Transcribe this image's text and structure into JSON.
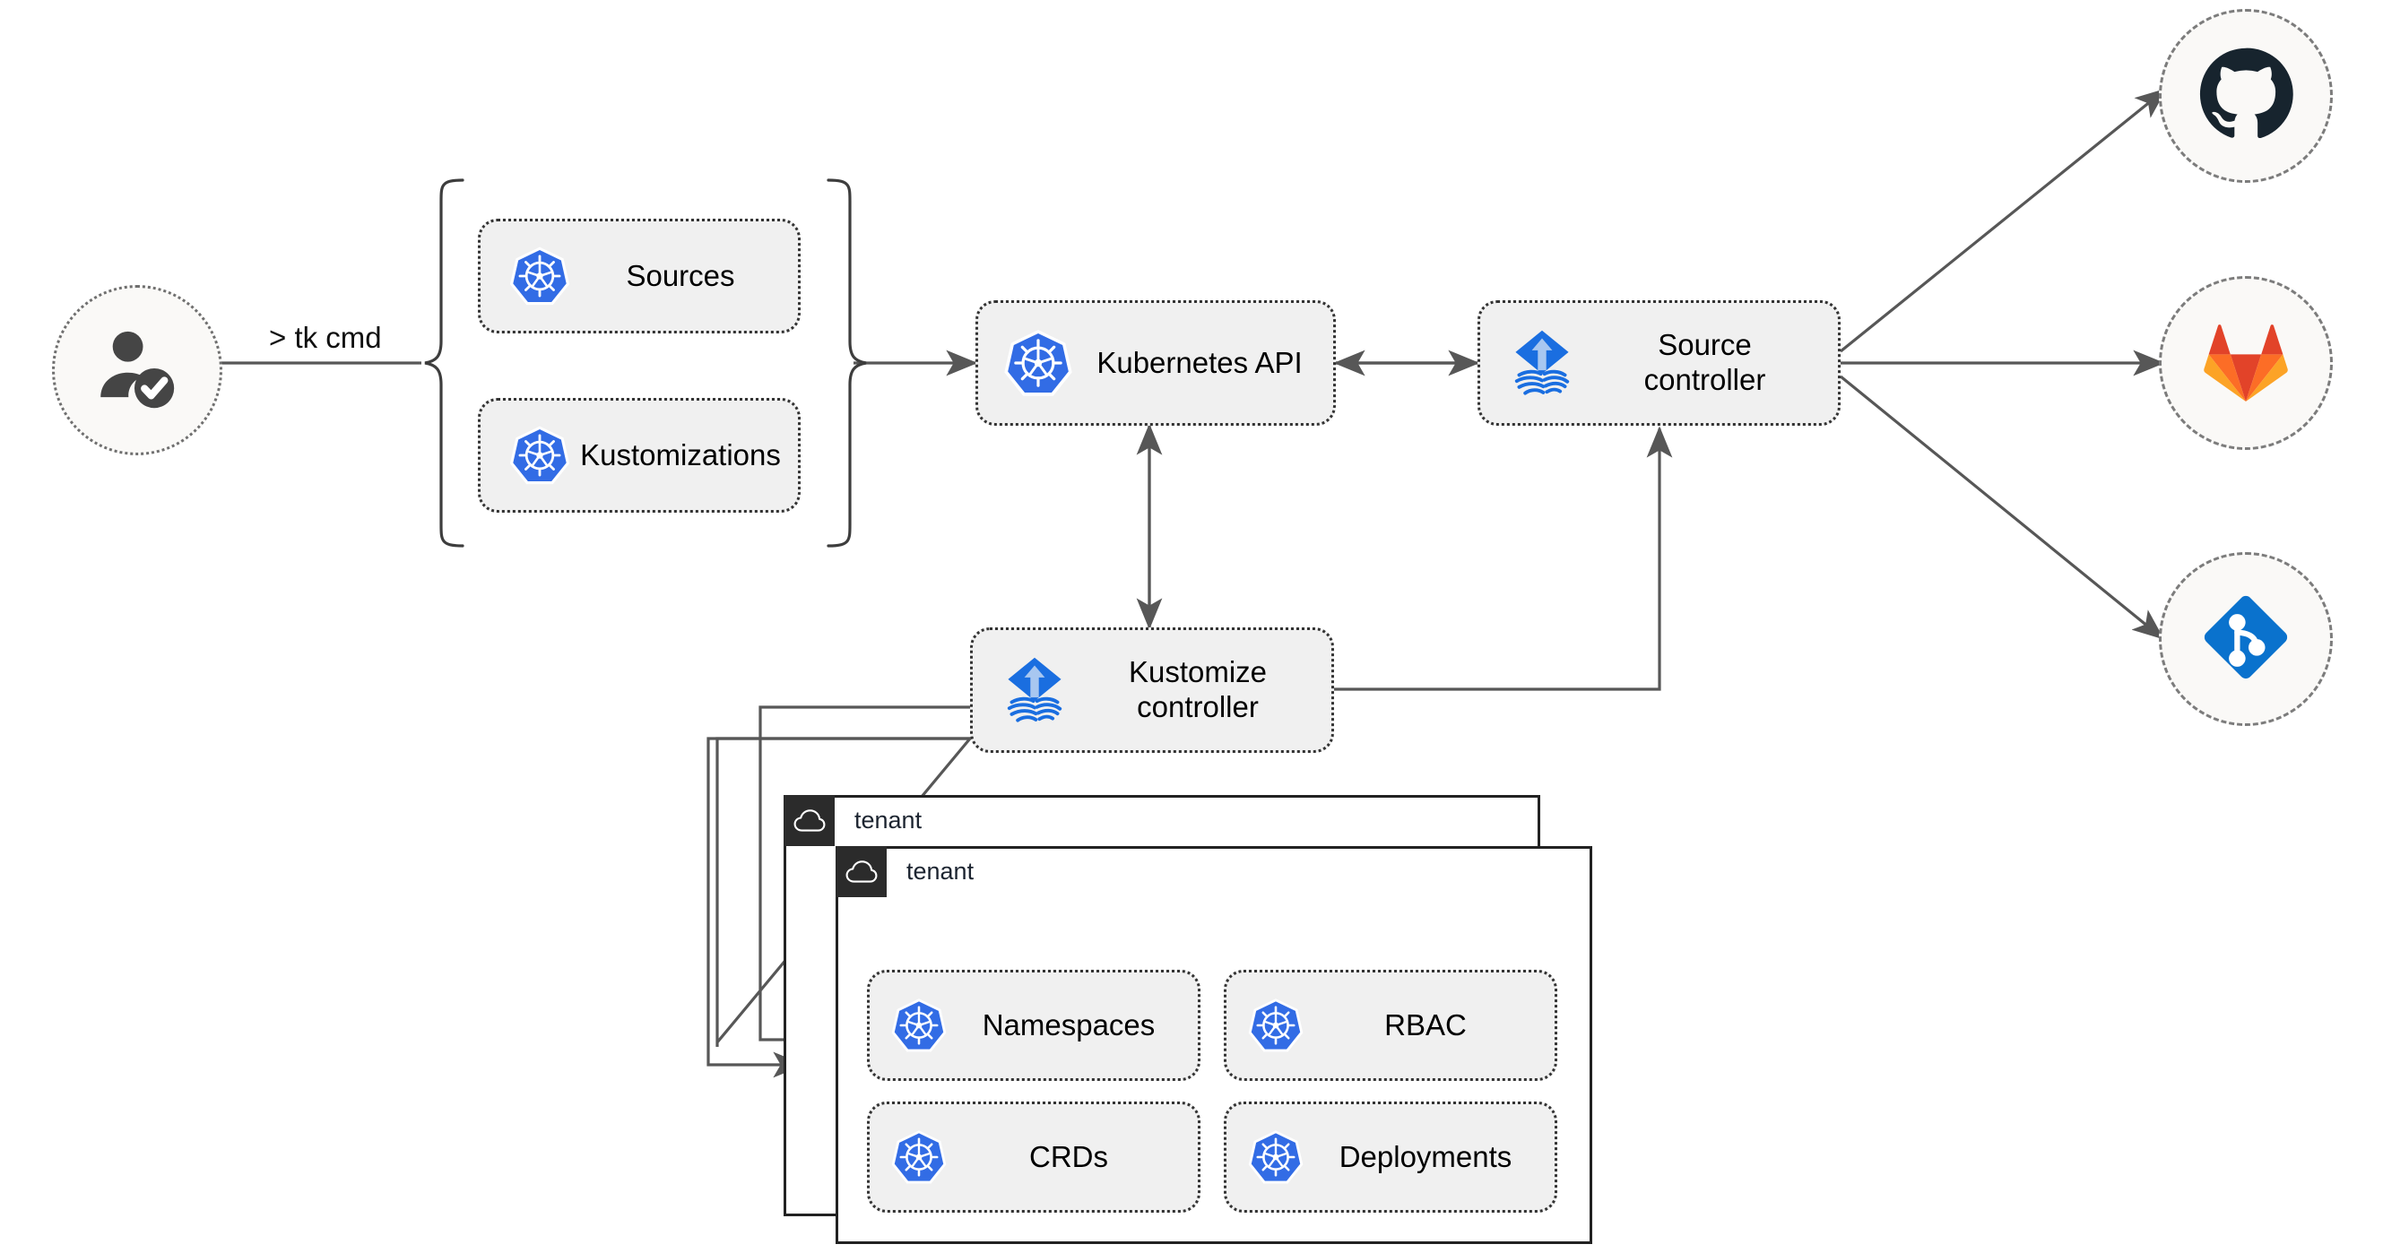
{
  "diagram": {
    "title": "Flux multi-tenancy GitOps architecture",
    "actor": {
      "name": "user-verified",
      "icon": "user-check-icon"
    },
    "command_label": "> tk cmd",
    "resource_group": {
      "items": [
        {
          "label": "Sources",
          "icon": "kubernetes-icon"
        },
        {
          "label": "Kustomizations",
          "icon": "kubernetes-icon"
        }
      ]
    },
    "nodes": [
      {
        "id": "k8s-api",
        "label": "Kubernetes API",
        "icon": "kubernetes-icon"
      },
      {
        "id": "source-controller",
        "label": "Source\ncontroller",
        "icon": "flux-icon"
      },
      {
        "id": "kustomize-controller",
        "label": "Kustomize\ncontroller",
        "icon": "flux-icon"
      }
    ],
    "providers": [
      {
        "id": "github",
        "label": "github-icon"
      },
      {
        "id": "gitlab",
        "label": "gitlab-icon"
      },
      {
        "id": "git-repo",
        "label": "git-branch-icon"
      }
    ],
    "tenants": [
      {
        "label": "tenant",
        "icon": "cloud-icon"
      },
      {
        "label": "tenant",
        "icon": "cloud-icon"
      }
    ],
    "tenant_resources": [
      {
        "label": "Namespaces",
        "icon": "kubernetes-icon"
      },
      {
        "label": "RBAC",
        "icon": "kubernetes-icon"
      },
      {
        "label": "CRDs",
        "icon": "kubernetes-icon"
      },
      {
        "label": "Deployments",
        "icon": "kubernetes-icon"
      }
    ],
    "colors": {
      "kubernetes_blue": "#326ce5",
      "flux_blue": "#1a6ee0",
      "flux_arrow": "#a8c7f0",
      "github_navy": "#17242e",
      "gitlab_red": "#e24329",
      "gitlab_orange": "#fc6d26",
      "gitlab_light_orange": "#fca326",
      "git_blue": "#0a72cd",
      "box_fill": "#f0f0f0",
      "box_border": "#333333",
      "wire": "#575757",
      "tenant_header": "#2b2b2b",
      "circle_fill": "#faf9f7"
    }
  }
}
